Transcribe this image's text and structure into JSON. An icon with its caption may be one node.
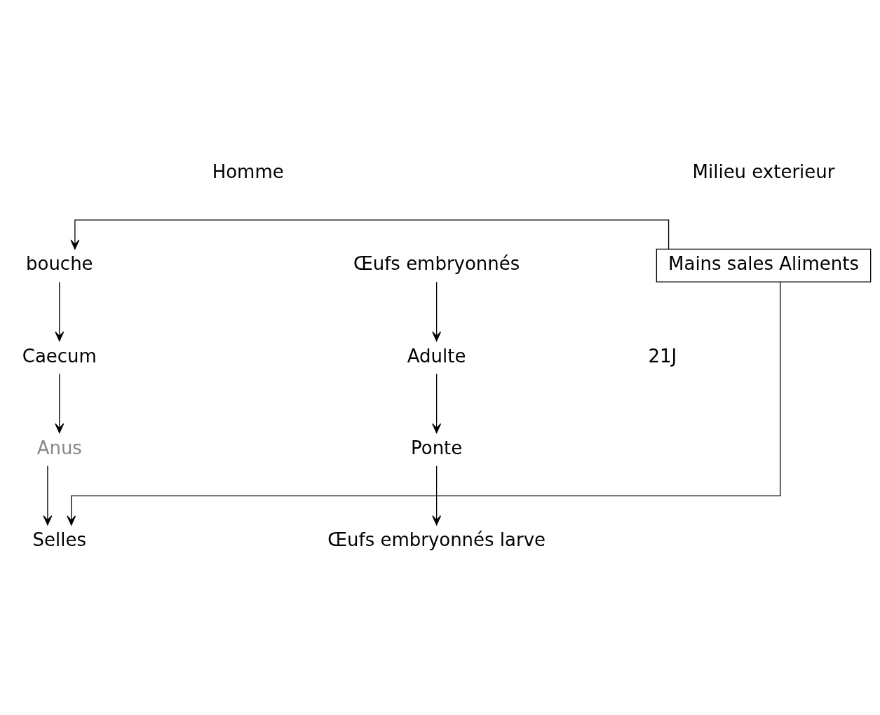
{
  "diagram": {
    "nodes": [
      {
        "text": [
          "Mains sales Aliments"
        ]
      },
      {
        "text": [
          "bouche"
        ]
      },
      {
        "text": [
          "Caecum"
        ]
      },
      {
        "text": [
          "Anus"
        ]
      },
      {
        "text": [
          "Selles"
        ]
      },
      {
        "text": [
          "Œufs embryonnés"
        ]
      },
      {
        "text": [
          "Adulte"
        ]
      },
      {
        "text": [
          "Ponte"
        ]
      },
      {
        "text": [
          "Œufs embryonnés larve"
        ]
      }
    ],
    "edges": [
      {
        "from": 0,
        "to": 1,
        "arrow": "to"
      },
      {
        "from": 1,
        "to": 2,
        "arrow": "to"
      },
      {
        "from": 2,
        "to": 3,
        "arrow": "to"
      },
      {
        "from": 3,
        "to": 4,
        "arrow": "to"
      },
      {
        "from": 0,
        "to": 4,
        "arrow": "to"
      },
      {
        "from": 5,
        "to": 6,
        "arrow": "to"
      },
      {
        "from": 6,
        "to": 7,
        "arrow": "to"
      },
      {
        "from": 7,
        "to": 8,
        "arrow": "to"
      }
    ],
    "labels": [
      "Milieu exterieur",
      "Homme",
      "21J"
    ]
  }
}
